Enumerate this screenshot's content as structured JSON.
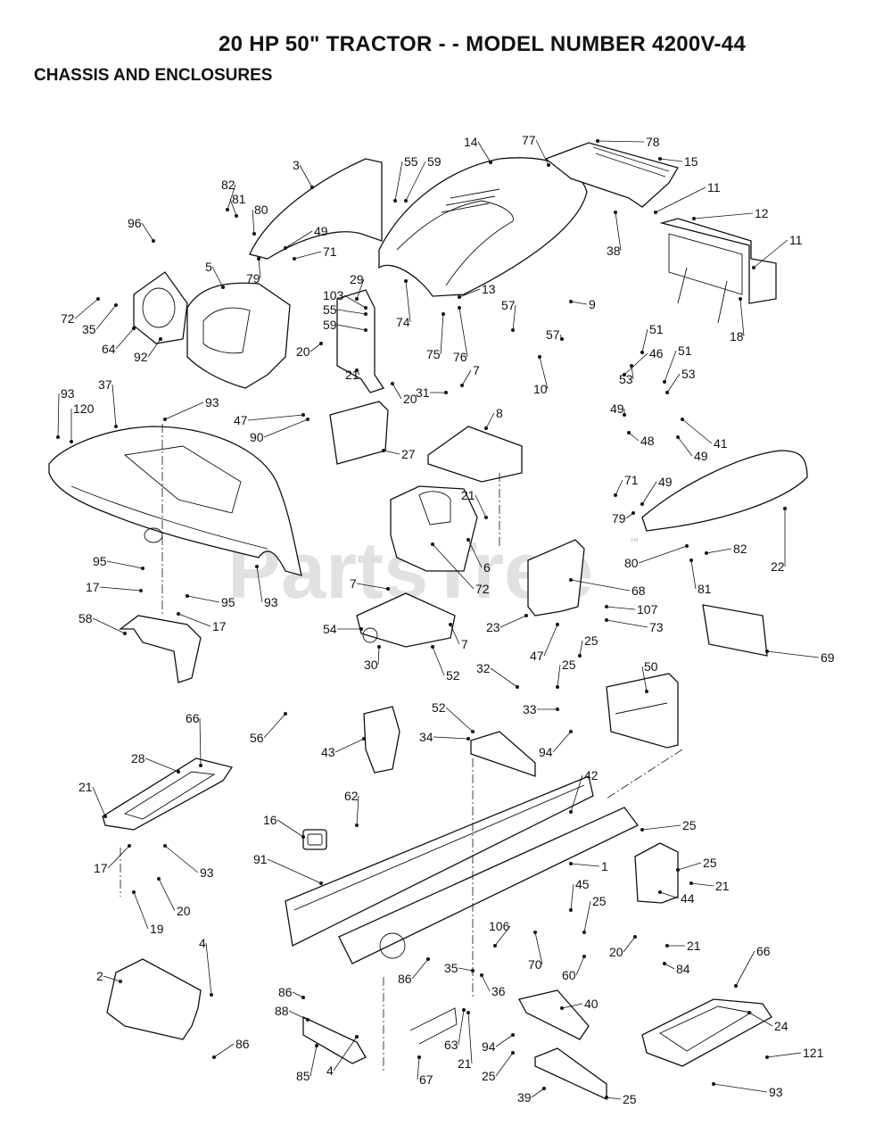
{
  "header": {
    "title": "20 HP 50\" TRACTOR - - MODEL NUMBER 4200V-44",
    "subtitle": "CHASSIS AND ENCLOSURES"
  },
  "watermark": {
    "text": "PartsTree",
    "tm": "™"
  },
  "callouts": [
    {
      "id": "c1",
      "text": "82"
    },
    {
      "id": "c2",
      "text": "81"
    },
    {
      "id": "c3",
      "text": "80"
    },
    {
      "id": "c4",
      "text": "3"
    },
    {
      "id": "c5",
      "text": "55"
    },
    {
      "id": "c6",
      "text": "59"
    },
    {
      "id": "c7",
      "text": "14"
    },
    {
      "id": "c8",
      "text": "77"
    },
    {
      "id": "c9",
      "text": "78"
    },
    {
      "id": "c10",
      "text": "15"
    },
    {
      "id": "c11",
      "text": "11"
    },
    {
      "id": "c12",
      "text": "12"
    },
    {
      "id": "c13",
      "text": "11"
    },
    {
      "id": "c14",
      "text": "96"
    },
    {
      "id": "c15",
      "text": "49"
    },
    {
      "id": "c16",
      "text": "71"
    },
    {
      "id": "c17",
      "text": "79"
    },
    {
      "id": "c18",
      "text": "38"
    },
    {
      "id": "c19",
      "text": "5"
    },
    {
      "id": "c20",
      "text": "29"
    },
    {
      "id": "c21",
      "text": "103"
    },
    {
      "id": "c22",
      "text": "55"
    },
    {
      "id": "c23",
      "text": "59"
    },
    {
      "id": "c24",
      "text": "13"
    },
    {
      "id": "c25",
      "text": "9"
    },
    {
      "id": "c26",
      "text": "57"
    },
    {
      "id": "c27",
      "text": "57"
    },
    {
      "id": "c28",
      "text": "18"
    },
    {
      "id": "c29",
      "text": "72"
    },
    {
      "id": "c30",
      "text": "35"
    },
    {
      "id": "c31",
      "text": "64"
    },
    {
      "id": "c32",
      "text": "92"
    },
    {
      "id": "c33",
      "text": "20"
    },
    {
      "id": "c34",
      "text": "21"
    },
    {
      "id": "c35",
      "text": "20"
    },
    {
      "id": "c36",
      "text": "74"
    },
    {
      "id": "c37",
      "text": "75"
    },
    {
      "id": "c38",
      "text": "76"
    },
    {
      "id": "c39",
      "text": "10"
    },
    {
      "id": "c40",
      "text": "51"
    },
    {
      "id": "c41",
      "text": "46"
    },
    {
      "id": "c42",
      "text": "51"
    },
    {
      "id": "c43",
      "text": "53"
    },
    {
      "id": "c44",
      "text": "53"
    },
    {
      "id": "c45",
      "text": "7"
    },
    {
      "id": "c46",
      "text": "31"
    },
    {
      "id": "c47",
      "text": "93"
    },
    {
      "id": "c48",
      "text": "37"
    },
    {
      "id": "c49",
      "text": "93"
    },
    {
      "id": "c50",
      "text": "120"
    },
    {
      "id": "c51",
      "text": "47"
    },
    {
      "id": "c52",
      "text": "90"
    },
    {
      "id": "c53",
      "text": "8"
    },
    {
      "id": "c54",
      "text": "27"
    },
    {
      "id": "c55",
      "text": "49"
    },
    {
      "id": "c56",
      "text": "48"
    },
    {
      "id": "c57",
      "text": "49"
    },
    {
      "id": "c58",
      "text": "41"
    },
    {
      "id": "c59",
      "text": "21"
    },
    {
      "id": "c60",
      "text": "71"
    },
    {
      "id": "c61",
      "text": "49"
    },
    {
      "id": "c62",
      "text": "79"
    },
    {
      "id": "c63",
      "text": "22"
    },
    {
      "id": "c64",
      "text": "95"
    },
    {
      "id": "c65",
      "text": "93"
    },
    {
      "id": "c66",
      "text": "6"
    },
    {
      "id": "c67",
      "text": "72"
    },
    {
      "id": "c68",
      "text": "82"
    },
    {
      "id": "c69",
      "text": "80"
    },
    {
      "id": "c70",
      "text": "81"
    },
    {
      "id": "c71",
      "text": "17"
    },
    {
      "id": "c72",
      "text": "95"
    },
    {
      "id": "c73",
      "text": "7"
    },
    {
      "id": "c74",
      "text": "68"
    },
    {
      "id": "c75",
      "text": "107"
    },
    {
      "id": "c76",
      "text": "73"
    },
    {
      "id": "c77",
      "text": "23"
    },
    {
      "id": "c78",
      "text": "69"
    },
    {
      "id": "c79",
      "text": "58"
    },
    {
      "id": "c80",
      "text": "17"
    },
    {
      "id": "c81",
      "text": "54"
    },
    {
      "id": "c82",
      "text": "7"
    },
    {
      "id": "c83",
      "text": "30"
    },
    {
      "id": "c84",
      "text": "52"
    },
    {
      "id": "c85",
      "text": "47"
    },
    {
      "id": "c86",
      "text": "25"
    },
    {
      "id": "c87",
      "text": "32"
    },
    {
      "id": "c88",
      "text": "25"
    },
    {
      "id": "c89",
      "text": "33"
    },
    {
      "id": "c90",
      "text": "50"
    },
    {
      "id": "c91",
      "text": "56"
    },
    {
      "id": "c92",
      "text": "43"
    },
    {
      "id": "c93",
      "text": "52"
    },
    {
      "id": "c94",
      "text": "34"
    },
    {
      "id": "c95",
      "text": "94"
    },
    {
      "id": "c96",
      "text": "66"
    },
    {
      "id": "c97",
      "text": "28"
    },
    {
      "id": "c98",
      "text": "21"
    },
    {
      "id": "c99",
      "text": "62"
    },
    {
      "id": "c100",
      "text": "42"
    },
    {
      "id": "c101",
      "text": "25"
    },
    {
      "id": "c102",
      "text": "16"
    },
    {
      "id": "c103",
      "text": "17"
    },
    {
      "id": "c104",
      "text": "93"
    },
    {
      "id": "c105",
      "text": "91"
    },
    {
      "id": "c106",
      "text": "1"
    },
    {
      "id": "c107",
      "text": "25"
    },
    {
      "id": "c108",
      "text": "21"
    },
    {
      "id": "c109",
      "text": "44"
    },
    {
      "id": "c110",
      "text": "20"
    },
    {
      "id": "c111",
      "text": "19"
    },
    {
      "id": "c112",
      "text": "45"
    },
    {
      "id": "c113",
      "text": "25"
    },
    {
      "id": "c114",
      "text": "106"
    },
    {
      "id": "c115",
      "text": "70"
    },
    {
      "id": "c116",
      "text": "20"
    },
    {
      "id": "c117",
      "text": "21"
    },
    {
      "id": "c118",
      "text": "35"
    },
    {
      "id": "c119",
      "text": "60"
    },
    {
      "id": "c120",
      "text": "84"
    },
    {
      "id": "c121",
      "text": "86"
    },
    {
      "id": "c122",
      "text": "36"
    },
    {
      "id": "c123",
      "text": "4"
    },
    {
      "id": "c124",
      "text": "2"
    },
    {
      "id": "c125",
      "text": "86"
    },
    {
      "id": "c126",
      "text": "88"
    },
    {
      "id": "c127",
      "text": "40"
    },
    {
      "id": "c128",
      "text": "66"
    },
    {
      "id": "c129",
      "text": "24"
    },
    {
      "id": "c130",
      "text": "63"
    },
    {
      "id": "c131",
      "text": "94"
    },
    {
      "id": "c132",
      "text": "86"
    },
    {
      "id": "c133",
      "text": "4"
    },
    {
      "id": "c134",
      "text": "85"
    },
    {
      "id": "c135",
      "text": "67"
    },
    {
      "id": "c136",
      "text": "21"
    },
    {
      "id": "c137",
      "text": "25"
    },
    {
      "id": "c138",
      "text": "121"
    },
    {
      "id": "c139",
      "text": "39"
    },
    {
      "id": "c140",
      "text": "25"
    },
    {
      "id": "c141",
      "text": "93"
    }
  ]
}
